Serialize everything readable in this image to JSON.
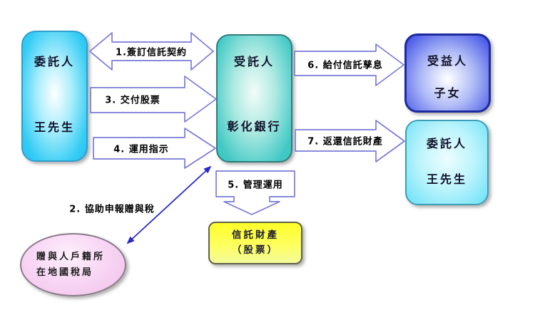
{
  "diagram": {
    "nodes": {
      "trustor": {
        "role": "委託人",
        "name": "王先生"
      },
      "trustee": {
        "role": "受託人",
        "name": "彰化銀行"
      },
      "beneficiary": {
        "role": "受益人",
        "name": "子女"
      },
      "trustor_return": {
        "role": "委託人",
        "name": "王先生"
      },
      "trust_property": {
        "line1": "信託財產",
        "line2": "（股票）"
      },
      "tax_office": {
        "line1": "贈與人戶籍所",
        "line2": "在地國稅局"
      }
    },
    "labels": {
      "step1": "1.簽訂信託契約",
      "step2": "2. 協助申報贈與稅",
      "step3": "3. 交付股票",
      "step4": "4. 運用指示",
      "step5": "5. 管理運用",
      "step6": "6. 給付信託孳息",
      "step7": "7. 返還信託財產"
    },
    "colors": {
      "block_arrow_outline": "#7a7ad8",
      "block_arrow_fill": "#ffffff",
      "thin_arrow": "#2a2ac8",
      "trustor_fill": "#33ccf4",
      "trustee_fill": "#3fc8c4",
      "beneficiary_fill": "#4a5ae8",
      "trustor_return_fill": "#72e2f8",
      "trust_property_fill": "#ffff29",
      "tax_office_fill": "#f8d6f4",
      "label_text": "#000000"
    }
  }
}
